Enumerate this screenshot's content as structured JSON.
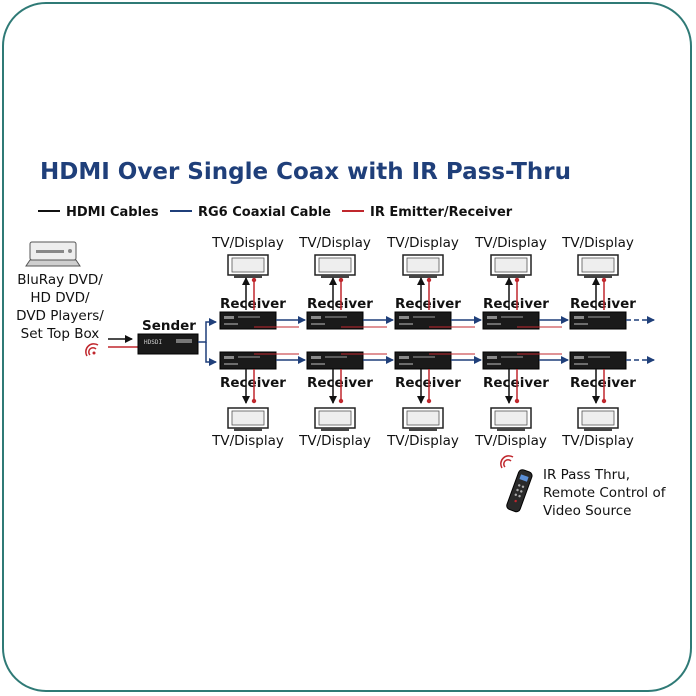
{
  "title": "HDMI Over Single Coax with IR Pass-Thru",
  "legend": {
    "hdmi": {
      "label": "HDMI Cables",
      "color": "#111111"
    },
    "coax": {
      "label": "RG6 Coaxial Cable",
      "color": "#1f3f7a"
    },
    "ir": {
      "label": "IR Emitter/Receiver",
      "color": "#c0272d"
    }
  },
  "source": {
    "lines": [
      "BluRay DVD/",
      "HD DVD/",
      "DVD Players/",
      "Set Top Box"
    ]
  },
  "sender": {
    "label": "Sender",
    "device_text": "HDSDI"
  },
  "receiver_label": "Receiver",
  "display_label": "TV/Display",
  "remote": {
    "lines": [
      "IR Pass Thru,",
      "Remote Control of",
      "Video Source"
    ]
  }
}
